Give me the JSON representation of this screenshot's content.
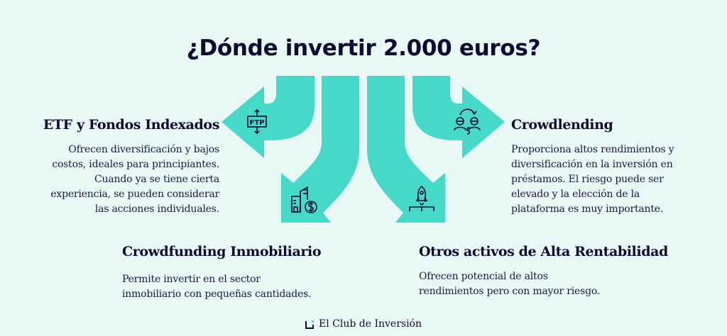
{
  "title": "¿Dónde invertir 2.000 euros?",
  "colors": {
    "background": "#e8f8f5",
    "arrow": "#45d9c8",
    "text": "#0b0a33"
  },
  "options": [
    {
      "id": "etf",
      "heading": "ETF y Fondos Indexados",
      "description_lines": [
        "Ofrecen diversificación y bajos",
        "costos, ideales para principiantes.",
        "Cuando ya se tiene cierta",
        "experiencia, se pueden considerar",
        "las acciones individuales."
      ],
      "icon": "ftp-transfer-icon",
      "arrow_direction": "left"
    },
    {
      "id": "crowdfunding",
      "heading": "Crowdfunding Inmobiliario",
      "description_lines": [
        "Permite invertir en el sector",
        "inmobiliario con pequeñas cantidades."
      ],
      "icon": "buildings-dollar-icon",
      "arrow_direction": "down-left"
    },
    {
      "id": "otros",
      "heading": "Otros activos de Alta Rentabilidad",
      "description_lines": [
        "Ofrecen potencial de altos",
        "rendimientos pero con mayor riesgo."
      ],
      "icon": "rocket-launch-icon",
      "arrow_direction": "down-right"
    },
    {
      "id": "crowdlending",
      "heading": "Crowdlending",
      "description_lines": [
        "Proporciona altos rendimientos y",
        "diversificación en la inversión en",
        "préstamos. El riesgo puede ser",
        "elevado y la elección de la",
        "plataforma es muy importante."
      ],
      "icon": "peer-lending-icon",
      "arrow_direction": "right"
    }
  ],
  "brand": {
    "name": "El Club de Inversión",
    "icon": "club-logo-icon"
  }
}
